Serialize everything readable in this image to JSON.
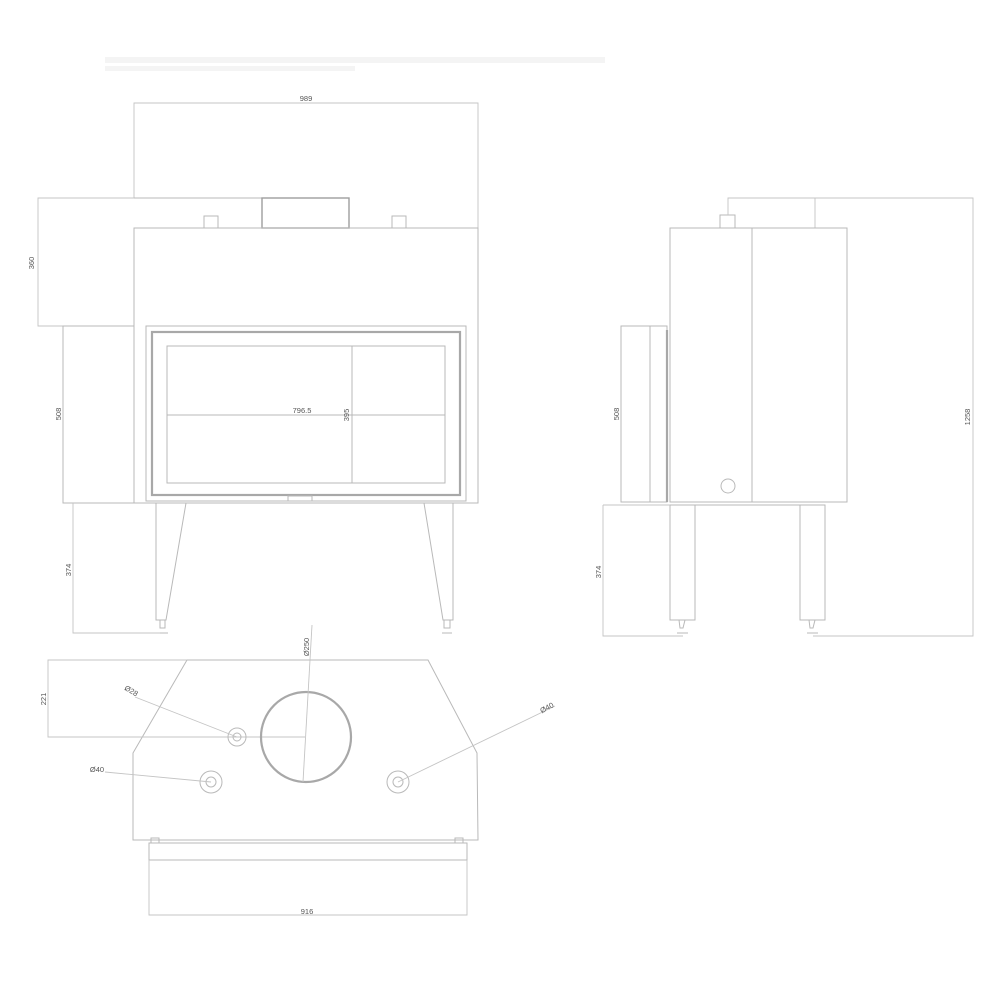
{
  "drawing": {
    "type": "technical-dimension-drawing",
    "subject": "fireplace insert / stove with legs",
    "units": "mm",
    "line_color": "#b9b9b9",
    "text_color": "#555555",
    "views": {
      "front": {
        "dims": {
          "overall_width": "989",
          "top_section_height": "360",
          "body_height": "508",
          "glass_width": "796.5",
          "glass_height": "395",
          "leg_height": "374"
        }
      },
      "side": {
        "dims": {
          "body_height": "508",
          "leg_height": "374",
          "overall_height": "1258"
        }
      },
      "top": {
        "dims": {
          "flue_diameter": "Ø250",
          "small_outlet_diameter": "Ø28",
          "left_outlet_diameter": "Ø40",
          "right_outlet_diameter": "Ø40",
          "flue_offset": "221",
          "base_width": "916"
        }
      }
    }
  }
}
